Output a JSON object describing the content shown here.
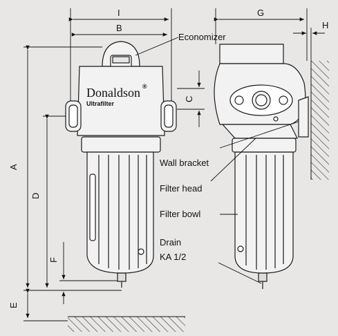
{
  "labels": {
    "economizer": "Economizer",
    "wall_bracket": "Wall bracket",
    "filter_head": "Filter head",
    "filter_bowl": "Filter bowl",
    "drain": "Drain",
    "drain_size": "KA 1/2"
  },
  "brand": {
    "name": "Donaldson",
    "registered": "®",
    "product": "Ultrafilter"
  },
  "dimensions": {
    "A": "A",
    "B": "B",
    "C": "C",
    "D": "D",
    "E": "E",
    "F": "F",
    "G": "G",
    "H": "H",
    "I": "I"
  },
  "colors": {
    "background": "#e9e7e6",
    "line": "#1a1a1a",
    "body": "#f2f2f2"
  }
}
